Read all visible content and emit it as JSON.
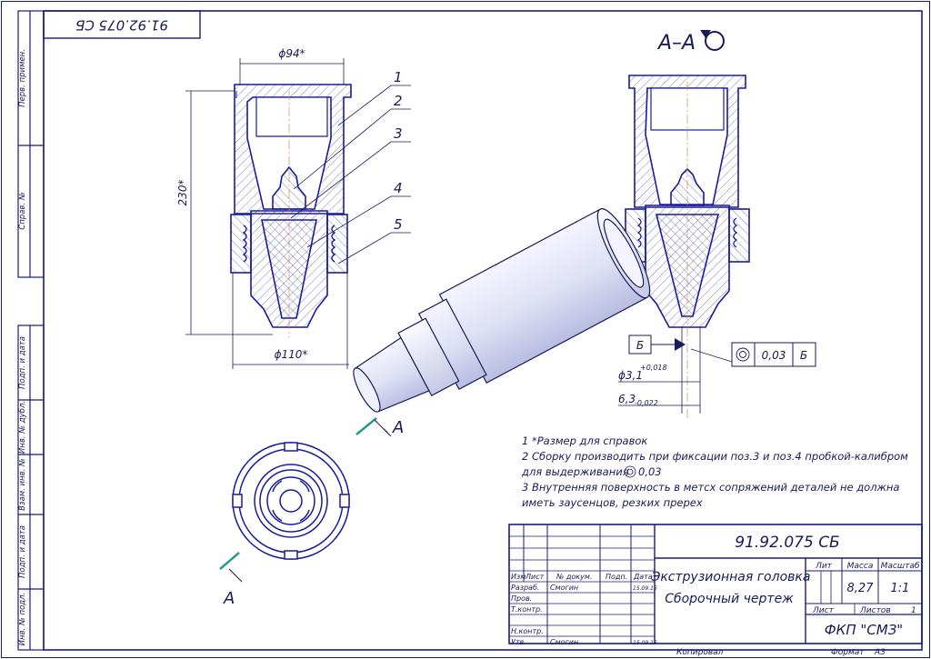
{
  "doc_number_rotated": "91.92.075 СБ",
  "section_label": "А–А",
  "position_labels": [
    "1",
    "2",
    "3",
    "4",
    "5"
  ],
  "dimensions": {
    "top_diameter": "ϕ94*",
    "bottom_diameter": "ϕ110*",
    "height": "230*",
    "bore_diameter": "ϕ3,1",
    "bore_tolerance": "+0,018",
    "outer_tip": "6,3",
    "outer_tip_tolerance": "-0,022"
  },
  "datum_letter": "Б",
  "tolerance_frame": {
    "value": "0,03",
    "datum": "Б"
  },
  "view_marker": "А",
  "notes": [
    "1  *Размер для справок",
    "2  Сборку производить при фиксации поз.3 и поз.4 пробкой-калибром",
    "для выдерживания",
    "0,03",
    "3  Внутренняя поверхность в метсх сопряжений деталей не должна",
    "иметь заусенцов, резких пререх"
  ],
  "side_stamps": [
    "Перв. примен.",
    "Справ. №",
    "Подп. и дата",
    "Инв. № дубл.",
    "Взам. инв. №",
    "Подп. и дата",
    "Инв. № подл."
  ],
  "title_block": {
    "designation": "91.92.075 СБ",
    "name_line1": "Экструзионная головка",
    "name_line2": "Сборочный чертеж",
    "col_lit": "Лит",
    "col_mass": "Масса",
    "col_scale": "Масштаб",
    "mass": "8,27",
    "scale": "1:1",
    "sheet": "Лист",
    "sheets": "Листов",
    "sheets_count": "1",
    "organization": "ФКП \"СМЗ\"",
    "row_headers": [
      "Изм",
      "Лист",
      "№ докум.",
      "Подп.",
      "Дата"
    ],
    "roles": [
      "Разраб.",
      "Пров.",
      "Т.контр.",
      "",
      "Н.контр.",
      "Утв."
    ],
    "role_names": [
      "Смогин",
      "",
      "",
      "",
      "",
      "Смогин"
    ],
    "role_dates": [
      "15.09.15",
      "",
      "",
      "",
      "",
      "15.09.15"
    ],
    "copied": "Копировал",
    "format_label": "Формат",
    "format_value": "А3"
  }
}
